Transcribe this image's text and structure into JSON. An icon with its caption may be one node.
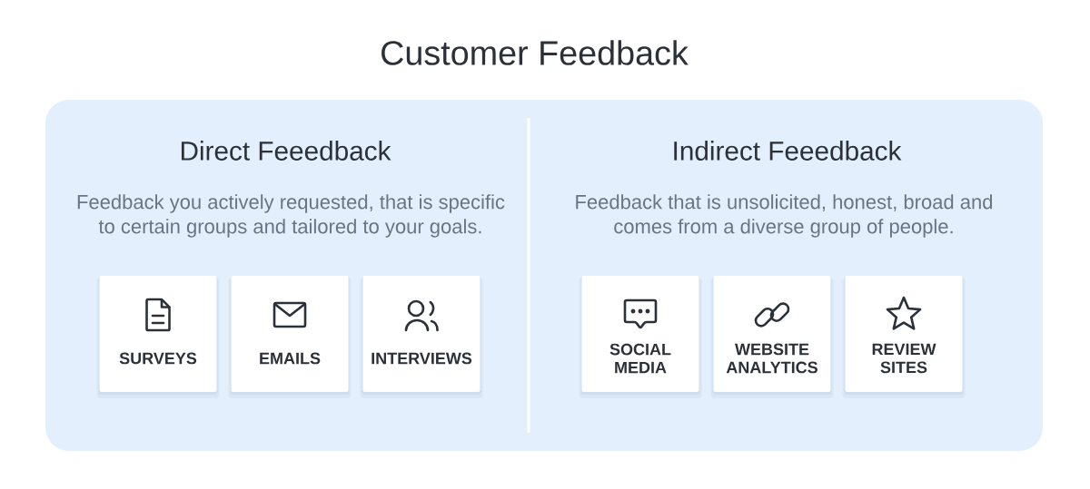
{
  "diagram": {
    "title": "Customer Feedback",
    "nodes": [
      {
        "text": [
          "Direct Feeedback",
          "Feedback you actively requested, that is specific to certain groups and tailored to your goals."
        ]
      },
      {
        "text": [
          "SURVEYS"
        ],
        "in": 0
      },
      {
        "text": [
          "EMAILS"
        ],
        "in": 0
      },
      {
        "text": [
          "INTERVIEWS"
        ],
        "in": 0
      },
      {
        "text": [
          "Indirect Feeedback",
          "Feedback that is unsolicited, honest, broad and comes from a diverse group of people."
        ]
      },
      {
        "text": [
          "SOCIAL MEDIA"
        ],
        "in": 4
      },
      {
        "text": [
          "WEBSITE ANALYTICS"
        ],
        "in": 4
      },
      {
        "text": [
          "REVIEW SITES"
        ],
        "in": 4
      }
    ]
  }
}
